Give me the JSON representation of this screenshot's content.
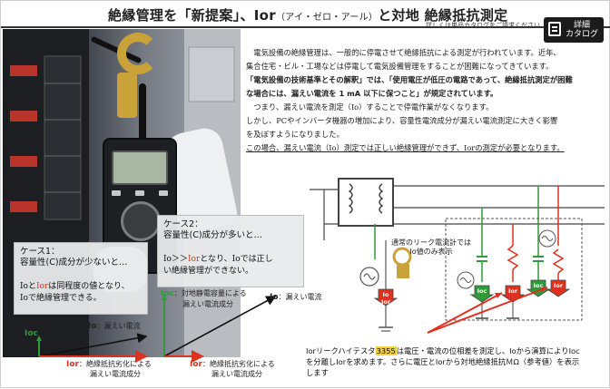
{
  "header": {
    "title_a": "絶縁管理を「新提案」、Ior",
    "title_small": "（アイ・ゼロ・アール）",
    "title_b": "と対地 絶縁抵抗測定",
    "detail_note": "詳しくは単品カタログをご請求ください",
    "detail_label_1": "詳細",
    "detail_label_2": "カタログ"
  },
  "body": {
    "lines": [
      "　電気設備の絶縁管理は、一般的に停電させて絶縁抵抗による測定が行われています。近年、",
      "集合住宅・ビル・工場などは停電して電気設備管理をすることが困難になってきています。",
      "「電気設備の技術基準とその解釈」では、「使用電圧が低圧の電路であって、絶縁抵抗測定が困難",
      "な場合には、漏えい電流を 1 mA 以下に保つこと」が規定されています。",
      "　つまり、漏えい電流を測定（Io）することで停電作業がなくなります。",
      "しかし、PCやインバータ機器の増加により、容量性電流成分が漏えい電流測定に大きく影響",
      "を及ぼすようになりました。",
      "この場合、漏えい電流（Io）測定では正しい絶縁管理ができず、Iorの測定が必要となります。"
    ]
  },
  "case1": {
    "title_1": "ケース1：",
    "title_2": "容量性(C)成分が少ないと…",
    "text_1a": "Ioと",
    "text_1b": "Ior",
    "text_1c": "は同程度の値となり、",
    "text_2": "Ioで絶縁管理できる。"
  },
  "case2": {
    "title_1": "ケース2：",
    "title_2": "容量性(C)成分が多いと…",
    "text_1a": "Io＞＞",
    "text_1b": "Ior",
    "text_1c": "となり、Ioでは正し",
    "text_2": "い絶縁管理ができない。"
  },
  "vector1": {
    "ioc": "Ioc",
    "io": "Io",
    "io_desc": "：漏えい電流",
    "ior": "Ior",
    "ior_desc_1": "：絶縁抵抗劣化による",
    "ior_desc_2": "漏えい電流成分"
  },
  "vector2": {
    "ioc": "Ioc",
    "ioc_desc_1": "：対地静電容量による",
    "ioc_desc_2": "漏えい電流成分",
    "io": "Io",
    "io_desc": "：漏えい電流",
    "ior": "Ior",
    "ior_desc_1": "：絶縁抵抗劣化による",
    "ior_desc_2": "漏えい電流成分"
  },
  "circuit": {
    "leak_note_1": "通常のリーク電流計では",
    "leak_note_2": "Io値のみ表示",
    "tag_io": "Io",
    "tag_ior": "Ior",
    "tag_ioc": "Ioc"
  },
  "product": {
    "line1_a": "Iorリークハイテスタ",
    "line1_model": "3355",
    "line1_b": "は電圧・電流の位相差を測定し、Ioから演算によりIoc",
    "line2": "を分離しIorを求めます。さらに電圧とIorから対地絶縁抵抗ＭΩ（参考値）を表示",
    "line3": "します"
  },
  "colors": {
    "ior_red": "#e0301e",
    "ioc_green": "#2e9a3a",
    "model_highlight": "#f2d03b"
  }
}
